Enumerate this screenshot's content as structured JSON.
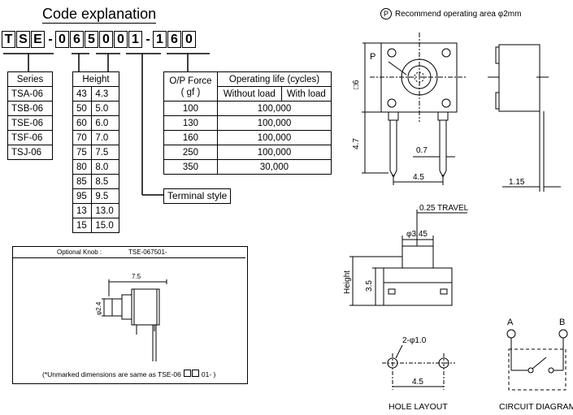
{
  "title": "Code explanation",
  "recommend_note": "Recommend operating area φ2mm",
  "recommend_symbol": "P",
  "code": {
    "group1": [
      "T",
      "S",
      "E"
    ],
    "group2": [
      "0",
      "6",
      "5",
      "0",
      "0",
      "1"
    ],
    "group3": [
      "1",
      "6",
      "0"
    ],
    "dash": "-"
  },
  "series_table": {
    "header": "Series",
    "rows": [
      "TSA-06",
      "TSB-06",
      "TSE-06",
      "TSF-06",
      "TSJ-06"
    ]
  },
  "height_table": {
    "header": "Height",
    "rows": [
      [
        "43",
        "4.3"
      ],
      [
        "50",
        "5.0"
      ],
      [
        "60",
        "6.0"
      ],
      [
        "70",
        "7.0"
      ],
      [
        "75",
        "7.5"
      ],
      [
        "80",
        "8.0"
      ],
      [
        "85",
        "8.5"
      ],
      [
        "95",
        "9.5"
      ],
      [
        "13",
        "13.0"
      ],
      [
        "15",
        "15.0"
      ]
    ]
  },
  "force_table": {
    "h1a": "O/P Force",
    "h1b": "( gf )",
    "h2": "Operating life (cycles)",
    "h2a": "Without load",
    "h2b": "With load",
    "rows": [
      [
        "100",
        "100,000"
      ],
      [
        "130",
        "100,000"
      ],
      [
        "160",
        "100,000"
      ],
      [
        "250",
        "100,000"
      ],
      [
        "350",
        "30,000"
      ]
    ]
  },
  "terminal_style": "Terminal style",
  "knob": {
    "title": "Optional Knob :",
    "part": "TSE-067501-",
    "dim_len": "7.5",
    "dim_dia": "φ2.4",
    "note_a": "(*Unmarked dimensions are same as TSE-06",
    "note_b": "01- )"
  },
  "dims": {
    "sq6": "□6",
    "d47": "4.7",
    "d07": "0.7",
    "d45": "4.5",
    "d115": "1.15",
    "travel": "0.25 TRAVEL",
    "d345": "φ3.45",
    "height": "Height",
    "d35": "3.5",
    "holes": "2-φ1.0",
    "d45b": "4.5",
    "p": "P"
  },
  "hole_layout": "HOLE  LAYOUT",
  "circuit": {
    "label": "CIRCUIT  DIAGRAM",
    "a": "A",
    "b": "B"
  }
}
